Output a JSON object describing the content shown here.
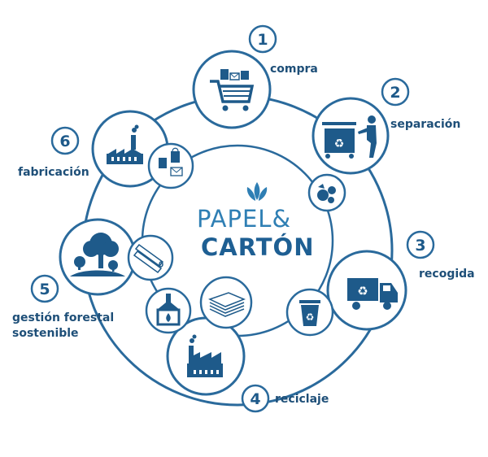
{
  "title": {
    "line1": "PAPEL&",
    "line2": "CARTÓN"
  },
  "steps": [
    {
      "number": "1",
      "label": "compra"
    },
    {
      "number": "2",
      "label": "separación"
    },
    {
      "number": "3",
      "label": "recogida"
    },
    {
      "number": "4",
      "label": "reciclaje"
    },
    {
      "number": "5",
      "label_line1": "gestión forestal",
      "label_line2": "sostenible"
    },
    {
      "number": "6",
      "label": "fabricación"
    }
  ],
  "colors": {
    "primary": "#1e5a8a",
    "ring": "#2a6a9c",
    "accent": "#2f7fb4",
    "background": "#ffffff"
  },
  "icons": [
    "shopping-cart-icon",
    "waste-bin-person-icon",
    "paper-waste-icon",
    "recycling-truck-icon",
    "recycling-bin-icon",
    "factory-icon",
    "paper-stack-icon",
    "fireplace-icon",
    "forest-tree-icon",
    "paper-rolls-icon",
    "factory-products-icon",
    "paper-bags-icon",
    "leaf-logo-icon"
  ]
}
